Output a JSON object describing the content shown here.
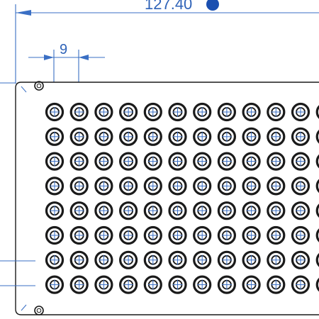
{
  "drawing": {
    "overall_width_dimension": "127.40",
    "pitch_dimension": "9",
    "rows": 8,
    "columns_visible": 12
  },
  "colors": {
    "dimension": "#2f63b8",
    "outline": "#1a1a1a",
    "centerline": "#3a6fc4"
  }
}
